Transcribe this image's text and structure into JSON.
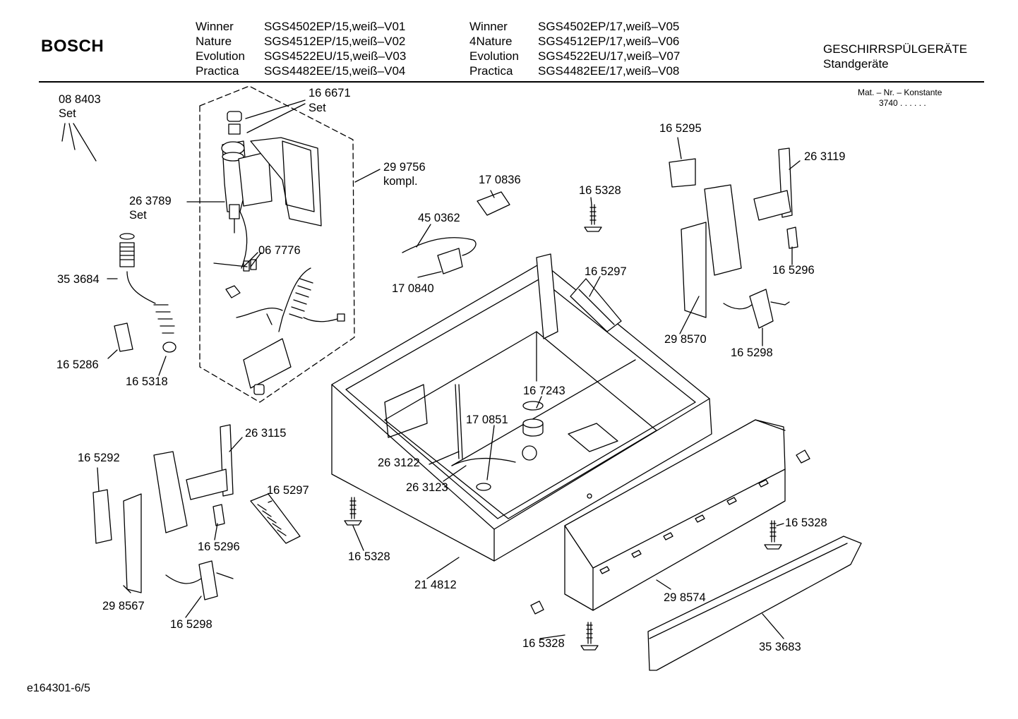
{
  "header": {
    "brand": "BOSCH",
    "models_left": [
      {
        "name": "Winner",
        "code": "SGS4502EP/15,weiß–V01"
      },
      {
        "name": "Nature",
        "code": "SGS4512EP/15,weiß–V02"
      },
      {
        "name": "Evolution",
        "code": "SGS4522EU/15,weiß–V03"
      },
      {
        "name": "Practica",
        "code": "SGS4482EE/15,weiß–V04"
      }
    ],
    "models_right": [
      {
        "name": "Winner",
        "code": "SGS4502EP/17,weiß–V05"
      },
      {
        "name": "4Nature",
        "code": "SGS4512EP/17,weiß–V06"
      },
      {
        "name": "Evolution",
        "code": "SGS4522EU/17,weiß–V07"
      },
      {
        "name": "Practica",
        "code": "SGS4482EE/17,weiß–V08"
      }
    ],
    "category": "GESCHIRRSPÜLGERÄTE",
    "subcategory": "Standgeräte"
  },
  "mat": {
    "label": "Mat. – Nr. – Konstante",
    "value": "3740 . . . . . ."
  },
  "parts": {
    "p088403": "08 8403",
    "set1": "Set",
    "p166671": "16 6671",
    "set2": "Set",
    "p299756": "29 9756",
    "kompl": "kompl.",
    "p263789": "26 3789",
    "set3": "Set",
    "p353684": "35 3684",
    "p067776": "06 7776",
    "p165286": "16 5286",
    "p165318": "16 5318",
    "p170836": "17 0836",
    "p450362": "45 0362",
    "p170840": "17 0840",
    "p165328a": "16 5328",
    "p165297a": "16 5297",
    "p165295": "16 5295",
    "p263119": "26 3119",
    "p165296a": "16 5296",
    "p298570": "29 8570",
    "p165298a": "16 5298",
    "p167243": "16 7243",
    "p170851": "17 0851",
    "p263122": "26 3122",
    "p263123": "26 3123",
    "p165292": "16 5292",
    "p263115": "26 3115",
    "p165297b": "16 5297",
    "p165296b": "16 5296",
    "p298567": "29 8567",
    "p165298b": "16 5298",
    "p165328b": "16 5328",
    "p214812": "21 4812",
    "p165328c": "16 5328",
    "p298574": "29 8574",
    "p165328d": "16 5328",
    "p353683": "35 3683"
  },
  "footer": {
    "code": "e164301-6/5"
  }
}
